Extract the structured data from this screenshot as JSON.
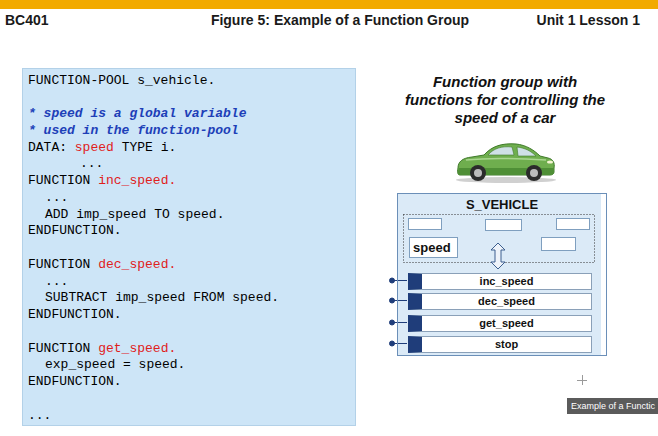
{
  "diagram": {
    "title": "Figure 5: Example of a Function Group",
    "nodes": [
      {
        "text": [
          "FUNCTION-POOL s_vehicle.",
          "* speed is a global variable",
          "* used in the function-pool",
          "DATA:",
          "speed",
          "TYPE i.",
          "...",
          "FUNCTION",
          "inc_speed.",
          "...",
          "ADD imp_speed TO speed.",
          "ENDFUNCTION.",
          "FUNCTION",
          "dec_speed.",
          "...",
          "SUBTRACT imp_speed FROM speed.",
          "ENDFUNCTION.",
          "FUNCTION",
          "get_speed.",
          "exp_speed = speed.",
          "ENDFUNCTION.",
          "..."
        ]
      },
      {
        "text": [
          "S_VEHICLE"
        ]
      },
      {
        "text": [
          "speed"
        ],
        "in": 1
      },
      {
        "text": [
          "inc_speed"
        ],
        "in": 1
      },
      {
        "text": [
          "dec_speed"
        ],
        "in": 1
      },
      {
        "text": [
          "get_speed"
        ],
        "in": 1
      },
      {
        "text": [
          "stop"
        ],
        "in": 1
      }
    ],
    "labels": [
      "BC401",
      "Unit 1 Lesson 1",
      "Function group with functions for controlling the speed of a car",
      "Example of a Functic"
    ]
  }
}
